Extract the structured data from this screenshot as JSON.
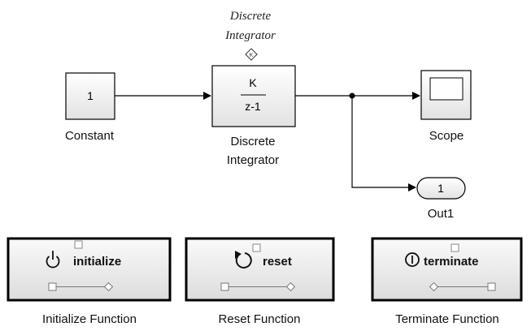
{
  "annotation": {
    "line1": "Discrete",
    "line2": "Integrator",
    "port_symbol": "K"
  },
  "blocks": {
    "constant": {
      "value": "1",
      "label": "Constant"
    },
    "integrator": {
      "numerator": "K",
      "denominator": "z-1",
      "label_line1": "Discrete",
      "label_line2": "Integrator"
    },
    "scope": {
      "label": "Scope"
    },
    "outport": {
      "number": "1",
      "label": "Out1"
    }
  },
  "functions": [
    {
      "title": "initialize",
      "label": "Initialize Function",
      "icon": "power-icon"
    },
    {
      "title": "reset",
      "label": "Reset Function",
      "icon": "reset-arrow-icon"
    },
    {
      "title": "terminate",
      "label": "Terminate Function",
      "icon": "terminate-icon"
    }
  ]
}
